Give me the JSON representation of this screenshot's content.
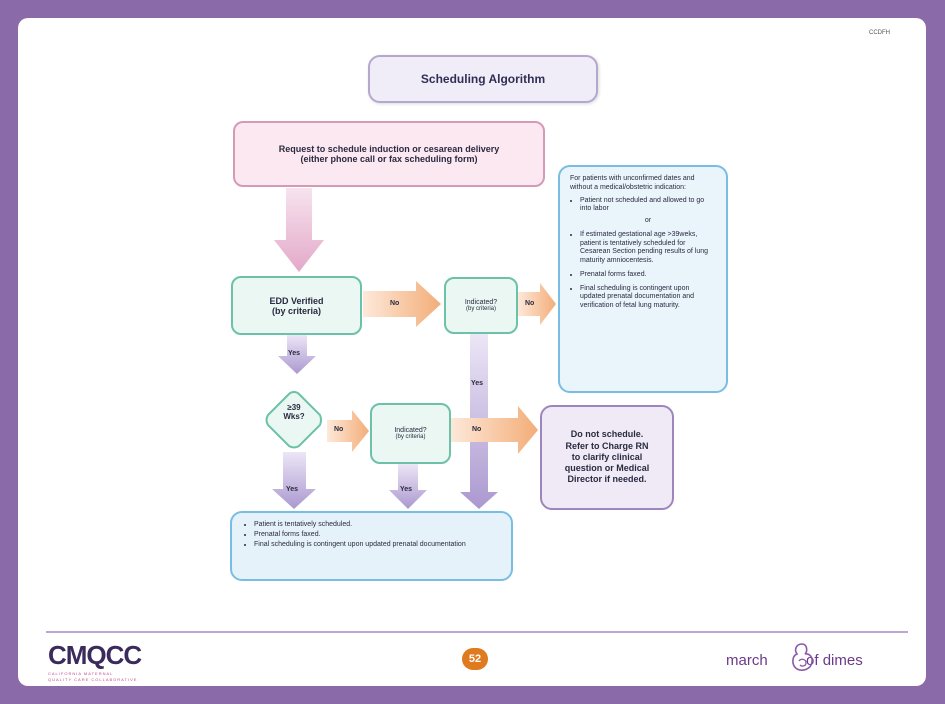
{
  "slide": {
    "corner_tag": "CCDFH",
    "title": "Scheduling Algorithm",
    "page_number": "52"
  },
  "request": {
    "line1": "Request to schedule induction or cesarean delivery",
    "line2": "(either phone call or fax scheduling form)"
  },
  "edd": {
    "line1": "EDD Verified",
    "line2": "(by criteria)"
  },
  "indicated_top": {
    "line1": "Indicated?",
    "line2": "(by criteria)"
  },
  "indicated_mid": {
    "line1": "Indicated?",
    "line2": "(by criteria)"
  },
  "diamond": {
    "line1": "≥39",
    "line2": "Wks?"
  },
  "labels": {
    "no_edd": "No",
    "no_indicated_top": "No",
    "no_diamond": "No",
    "no_indicated_mid": "No",
    "yes_edd": "Yes",
    "yes_indicated_top": "Yes",
    "yes_diamond": "Yes",
    "yes_indicated_mid": "Yes"
  },
  "note": {
    "intro": "For patients with unconfirmed dates and without a medical/obstetric indication:",
    "item1": "Patient not scheduled and allowed to go into labor",
    "or": "or",
    "item2": "If estimated gestational age >39weks, patient is tentatively scheduled for Cesarean Section pending results of lung maturity amniocentesis.",
    "item3": "Prenatal forms faxed.",
    "item4": "Final scheduling is contingent upon updated prenatal documentation and verification of fetal lung maturity."
  },
  "dont_schedule": {
    "line1": "Do not schedule.",
    "line2": "Refer to Charge RN",
    "line3": "to clarify clinical",
    "line4": "question or Medical",
    "line5": "Director if needed."
  },
  "result": {
    "item1": "Patient is tentatively scheduled.",
    "item2": "Prenatal forms faxed.",
    "item3": "Final scheduling is contingent upon updated prenatal documentation"
  },
  "footer": {
    "cmqcc": "CMQCC",
    "cmqcc_sub1": "CALIFORNIA MATERNAL",
    "cmqcc_sub2": "QUALITY CARE COLLABORATIVE",
    "mod_left": "march",
    "mod_right": "of dimes"
  },
  "colors": {
    "frame": "#8a6aa8",
    "pink_arrow": "#e9b8d4",
    "purple_arrow": "#b7a4d6",
    "orange_arrow": "#f4b889",
    "green_border": "#6cc1a8",
    "blue_border": "#79bde3",
    "page_badge": "#e07a1e"
  }
}
